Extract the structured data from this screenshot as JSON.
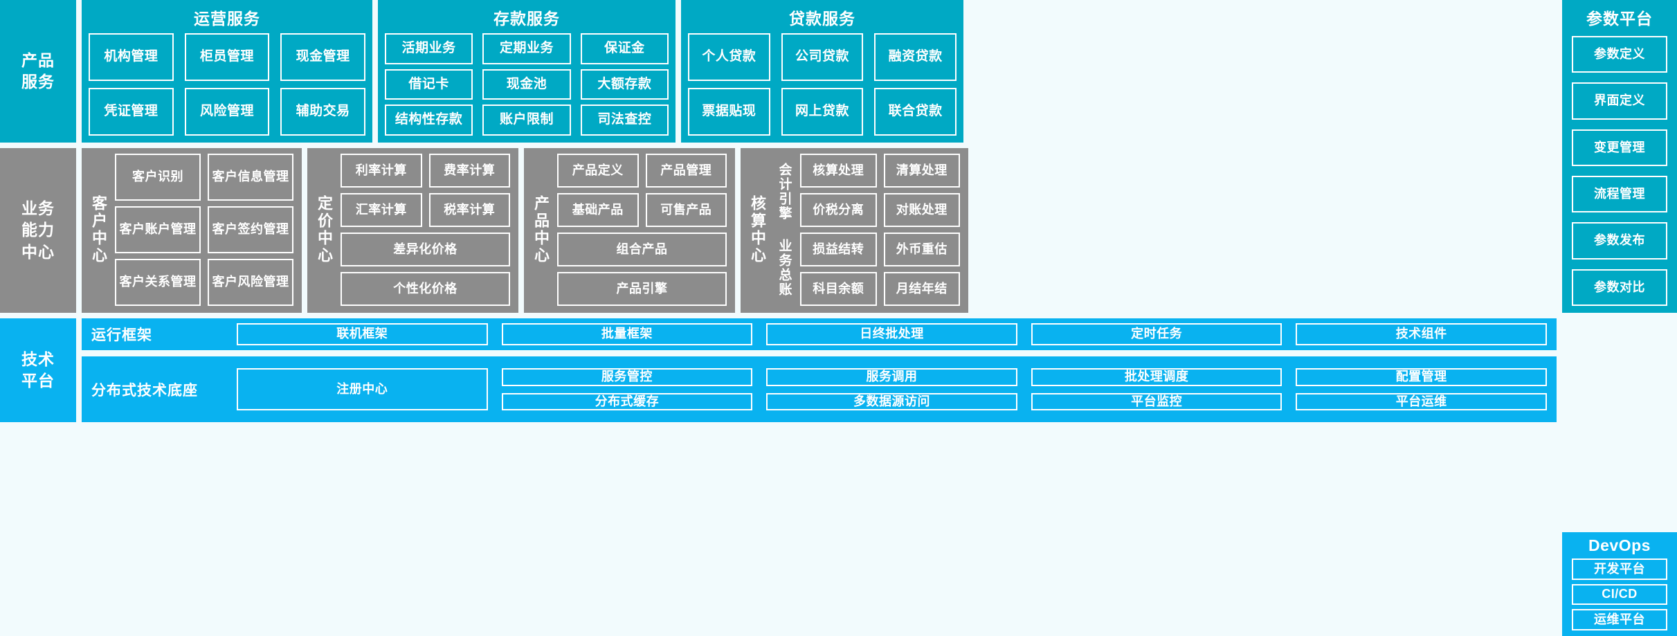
{
  "layers": {
    "product_services": "产品\n服务",
    "business_capability": "业务\n能力\n中心",
    "technical_platform": "技术\n平台"
  },
  "product_services": {
    "side_label_line1": "产品",
    "side_label_line2": "服务",
    "groups": [
      {
        "title": "运营服务",
        "items": [
          "机构管理",
          "柜员管理",
          "现金管理",
          "凭证管理",
          "风险管理",
          "辅助交易"
        ]
      },
      {
        "title": "存款服务",
        "items": [
          "活期业务",
          "定期业务",
          "保证金",
          "借记卡",
          "现金池",
          "大额存款",
          "结构性存款",
          "账户限制",
          "司法查控"
        ]
      },
      {
        "title": "贷款服务",
        "items": [
          "个人贷款",
          "公司贷款",
          "融资贷款",
          "票据贴现",
          "网上贷款",
          "联合贷款"
        ]
      }
    ]
  },
  "param_platform": {
    "title": "参数平台",
    "items": [
      "参数定义",
      "界面定义",
      "变更管理",
      "流程管理",
      "参数发布",
      "参数对比"
    ]
  },
  "business_capability": {
    "side_label_lines": [
      "业务",
      "能力",
      "中心"
    ],
    "centers": [
      {
        "label": "客户中心",
        "items": [
          {
            "text": "客户识别",
            "wide": false
          },
          {
            "text": "客户信息管理",
            "wide": false
          },
          {
            "text": "客户账户管理",
            "wide": false
          },
          {
            "text": "客户签约管理",
            "wide": false
          },
          {
            "text": "客户关系管理",
            "wide": false
          },
          {
            "text": "客户风险管理",
            "wide": false
          }
        ]
      },
      {
        "label": "定价中心",
        "items": [
          {
            "text": "利率计算",
            "wide": false
          },
          {
            "text": "费率计算",
            "wide": false
          },
          {
            "text": "汇率计算",
            "wide": false
          },
          {
            "text": "税率计算",
            "wide": false
          },
          {
            "text": "差异化价格",
            "wide": true
          },
          {
            "text": "个性化价格",
            "wide": true
          }
        ]
      },
      {
        "label": "产品中心",
        "items": [
          {
            "text": "产品定义",
            "wide": false
          },
          {
            "text": "产品管理",
            "wide": false
          },
          {
            "text": "基础产品",
            "wide": false
          },
          {
            "text": "可售产品",
            "wide": false
          },
          {
            "text": "组合产品",
            "wide": true
          },
          {
            "text": "产品引擎",
            "wide": true
          }
        ]
      },
      {
        "label": "核算中心",
        "sublabels": [
          "会计引擎",
          "业务总账"
        ],
        "items": [
          {
            "text": "核算处理",
            "wide": false
          },
          {
            "text": "清算处理",
            "wide": false
          },
          {
            "text": "价税分离",
            "wide": false
          },
          {
            "text": "对账处理",
            "wide": false
          },
          {
            "text": "损益结转",
            "wide": false
          },
          {
            "text": "外币重估",
            "wide": false
          },
          {
            "text": "科目余额",
            "wide": false
          },
          {
            "text": "月结年结",
            "wide": false
          }
        ]
      }
    ]
  },
  "technical_platform": {
    "side_label_lines": [
      "技术",
      "平台"
    ],
    "bands": [
      {
        "title": "运行框架",
        "items": [
          "联机框架",
          "批量框架",
          "日终批处理",
          "定时任务",
          "技术组件"
        ]
      },
      {
        "title": "分布式技术底座",
        "anchor_item": "注册中心",
        "items": [
          "服务管控",
          "服务调用",
          "批处理调度",
          "配置管理",
          "分布式缓存",
          "多数据源访问",
          "平台监控",
          "平台运维"
        ]
      }
    ]
  },
  "devops": {
    "title": "DevOps",
    "items": [
      "开发平台",
      "CI/CD",
      "运维平台"
    ]
  },
  "colors": {
    "teal": "#00a9c4",
    "gray": "#8c8c8c",
    "bright_blue": "#09b2f0",
    "background": "#f2fbfd",
    "border": "#ffffff"
  }
}
